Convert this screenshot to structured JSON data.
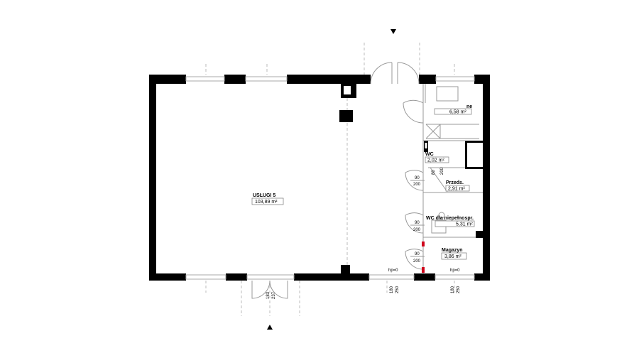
{
  "rooms": [
    {
      "name": "USŁUGI 5",
      "area": "103,89 m²"
    },
    {
      "name": "ne",
      "area": "6,58 m²"
    },
    {
      "name": "WC",
      "area": "2,02 m²"
    },
    {
      "name": "Przeds.",
      "area": "2,91 m²"
    },
    {
      "name": "WC dla niepełnospr.",
      "area": "5,31 m²"
    },
    {
      "name": "Magazyn",
      "area": "3,86 m²"
    }
  ],
  "doors": [
    {
      "w": "80",
      "h": "200"
    },
    {
      "w": "90",
      "h": "200"
    },
    {
      "w": "90",
      "h": "200"
    },
    {
      "w": "90",
      "h": "200"
    },
    {
      "w": "183",
      "h": "237"
    }
  ],
  "thresholds": [
    "hp=0",
    "hp=0"
  ],
  "windows": [
    {
      "w": "180",
      "h": "250"
    },
    {
      "w": "180",
      "h": "250"
    }
  ],
  "accent_color": "#d0021b"
}
